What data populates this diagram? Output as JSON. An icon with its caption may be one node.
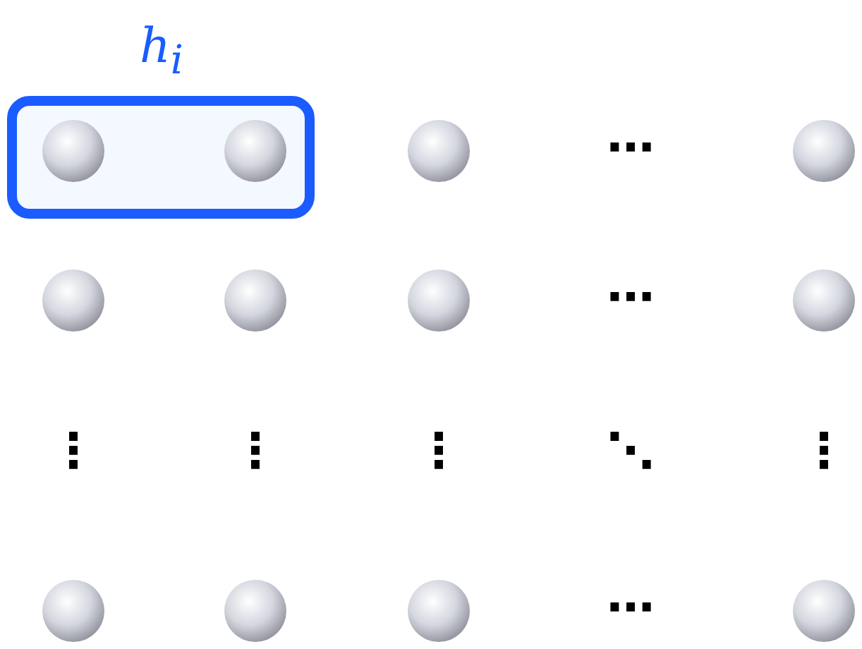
{
  "diagram": {
    "nodes": [
      {
        "text": [
          "h$_{i}$"
        ]
      },
      {
        "text": [],
        "shape": "circle",
        "in": 0
      },
      {
        "text": [],
        "shape": "circle",
        "in": 0
      },
      {
        "text": [],
        "shape": "circle"
      },
      {
        "text": [],
        "shape": "circle"
      },
      {
        "text": [],
        "shape": "circle"
      },
      {
        "text": [],
        "shape": "circle"
      },
      {
        "text": [],
        "shape": "circle"
      },
      {
        "text": [],
        "shape": "circle"
      },
      {
        "text": [],
        "shape": "circle"
      },
      {
        "text": [],
        "shape": "circle"
      },
      {
        "text": [],
        "shape": "circle"
      },
      {
        "text": [],
        "shape": "circle"
      }
    ],
    "labels": [
      "⋯",
      "⋯",
      "⋮",
      "⋮",
      "⋮",
      "⋱",
      "⋮",
      "⋯"
    ]
  }
}
